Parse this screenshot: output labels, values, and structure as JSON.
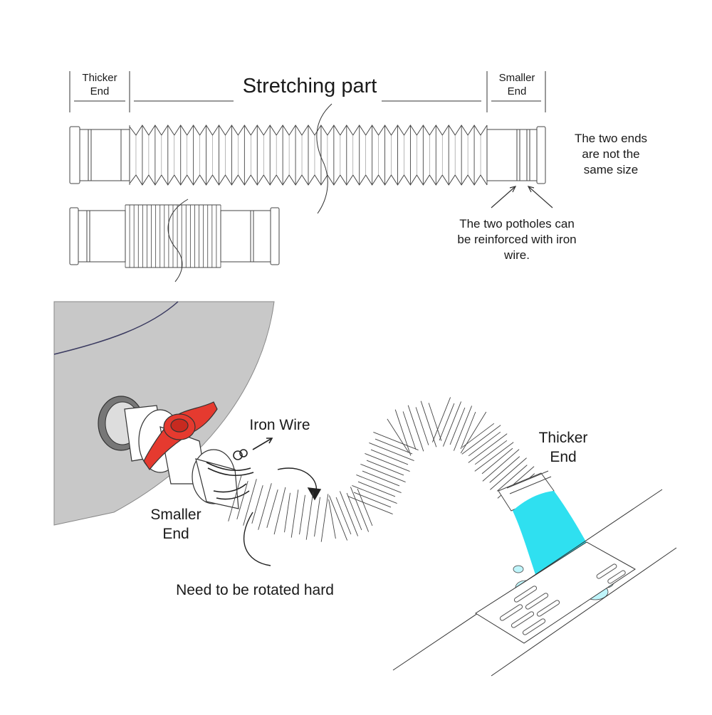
{
  "top_diagram": {
    "thicker_end_label": [
      "Thicker",
      "End"
    ],
    "stretching_part_label": "Stretching part",
    "smaller_end_label": [
      "Smaller",
      "End"
    ],
    "ends_note": [
      "The two ends",
      "are not the",
      "same size"
    ],
    "potholes_note": [
      "The two potholes can",
      "be reinforced with iron",
      "wire."
    ]
  },
  "bottom_illustration": {
    "iron_wire_label": "Iron Wire",
    "thicker_end_label": [
      "Thicker",
      "End"
    ],
    "smaller_end_label": [
      "Smaller",
      "End"
    ],
    "rotate_note": "Need to be rotated hard"
  },
  "colors": {
    "valve_handle": "#e53a2f",
    "water": "#2fe0f0",
    "tank": "#c8c8c8",
    "outline": "#333333"
  }
}
